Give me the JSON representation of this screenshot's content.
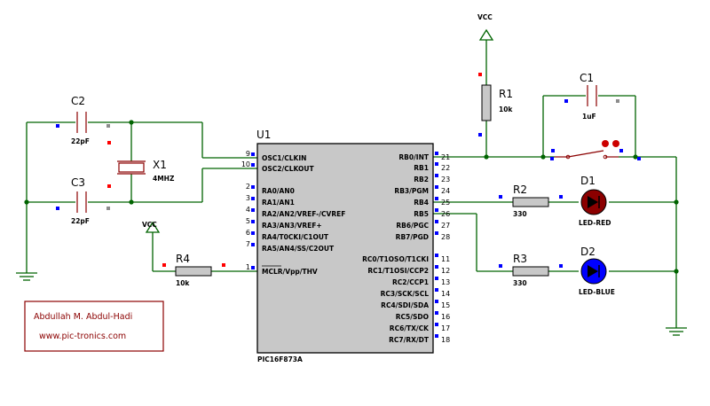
{
  "supply_labels": {
    "top": "VCC",
    "left": "VCC"
  },
  "mcu": {
    "ref": "U1",
    "part": "PIC16F873A",
    "left_pins": [
      {
        "num": "9",
        "name": "OSC1/CLKIN"
      },
      {
        "num": "10",
        "name": "OSC2/CLKOUT"
      },
      {
        "num": "2",
        "name": "RA0/AN0"
      },
      {
        "num": "3",
        "name": "RA1/AN1"
      },
      {
        "num": "4",
        "name": "RA2/AN2/VREF-/CVREF"
      },
      {
        "num": "5",
        "name": "RA3/AN3/VREF+"
      },
      {
        "num": "6",
        "name": "RA4/T0CKI/C1OUT"
      },
      {
        "num": "7",
        "name": "RA5/AN4/SS/C2OUT"
      },
      {
        "num": "1",
        "name": "MCLR/Vpp/THV"
      }
    ],
    "right_pins": [
      {
        "num": "21",
        "name": "RB0/INT"
      },
      {
        "num": "22",
        "name": "RB1"
      },
      {
        "num": "23",
        "name": "RB2"
      },
      {
        "num": "24",
        "name": "RB3/PGM"
      },
      {
        "num": "25",
        "name": "RB4"
      },
      {
        "num": "26",
        "name": "RB5"
      },
      {
        "num": "27",
        "name": "RB6/PGC"
      },
      {
        "num": "28",
        "name": "RB7/PGD"
      },
      {
        "num": "11",
        "name": "RC0/T1OSO/T1CKI"
      },
      {
        "num": "12",
        "name": "RC1/T1OSI/CCP2"
      },
      {
        "num": "13",
        "name": "RC2/CCP1"
      },
      {
        "num": "14",
        "name": "RC3/SCK/SCL"
      },
      {
        "num": "15",
        "name": "RC4/SDI/SDA"
      },
      {
        "num": "16",
        "name": "RC5/SDO"
      },
      {
        "num": "17",
        "name": "RC6/TX/CK"
      },
      {
        "num": "18",
        "name": "RC7/RX/DT"
      }
    ]
  },
  "components": {
    "c1": {
      "ref": "C1",
      "value": "1uF"
    },
    "c2": {
      "ref": "C2",
      "value": "22pF"
    },
    "c3": {
      "ref": "C3",
      "value": "22pF"
    },
    "x1": {
      "ref": "X1",
      "value": "4MHZ"
    },
    "r1": {
      "ref": "R1",
      "value": "10k"
    },
    "r2": {
      "ref": "R2",
      "value": "330"
    },
    "r3": {
      "ref": "R3",
      "value": "330"
    },
    "r4": {
      "ref": "R4",
      "value": "10k"
    },
    "d1": {
      "ref": "D1",
      "value": "LED-RED"
    },
    "d2": {
      "ref": "D2",
      "value": "LED-BLUE"
    }
  },
  "credit": {
    "author": "Abdullah M. Abdul-Hadi",
    "website": "www.pic-tronics.com"
  },
  "colors": {
    "wire": "#006400",
    "body": "#8b0000",
    "ic_fill": "#c8c8c8",
    "resistor_fill": "#c8c8c8",
    "led_red": "#8b0000",
    "led_blue": "#0000ff",
    "marker_red": "#ff0000",
    "marker_blue": "#0000ff",
    "marker_grey": "#8c8c8c"
  }
}
